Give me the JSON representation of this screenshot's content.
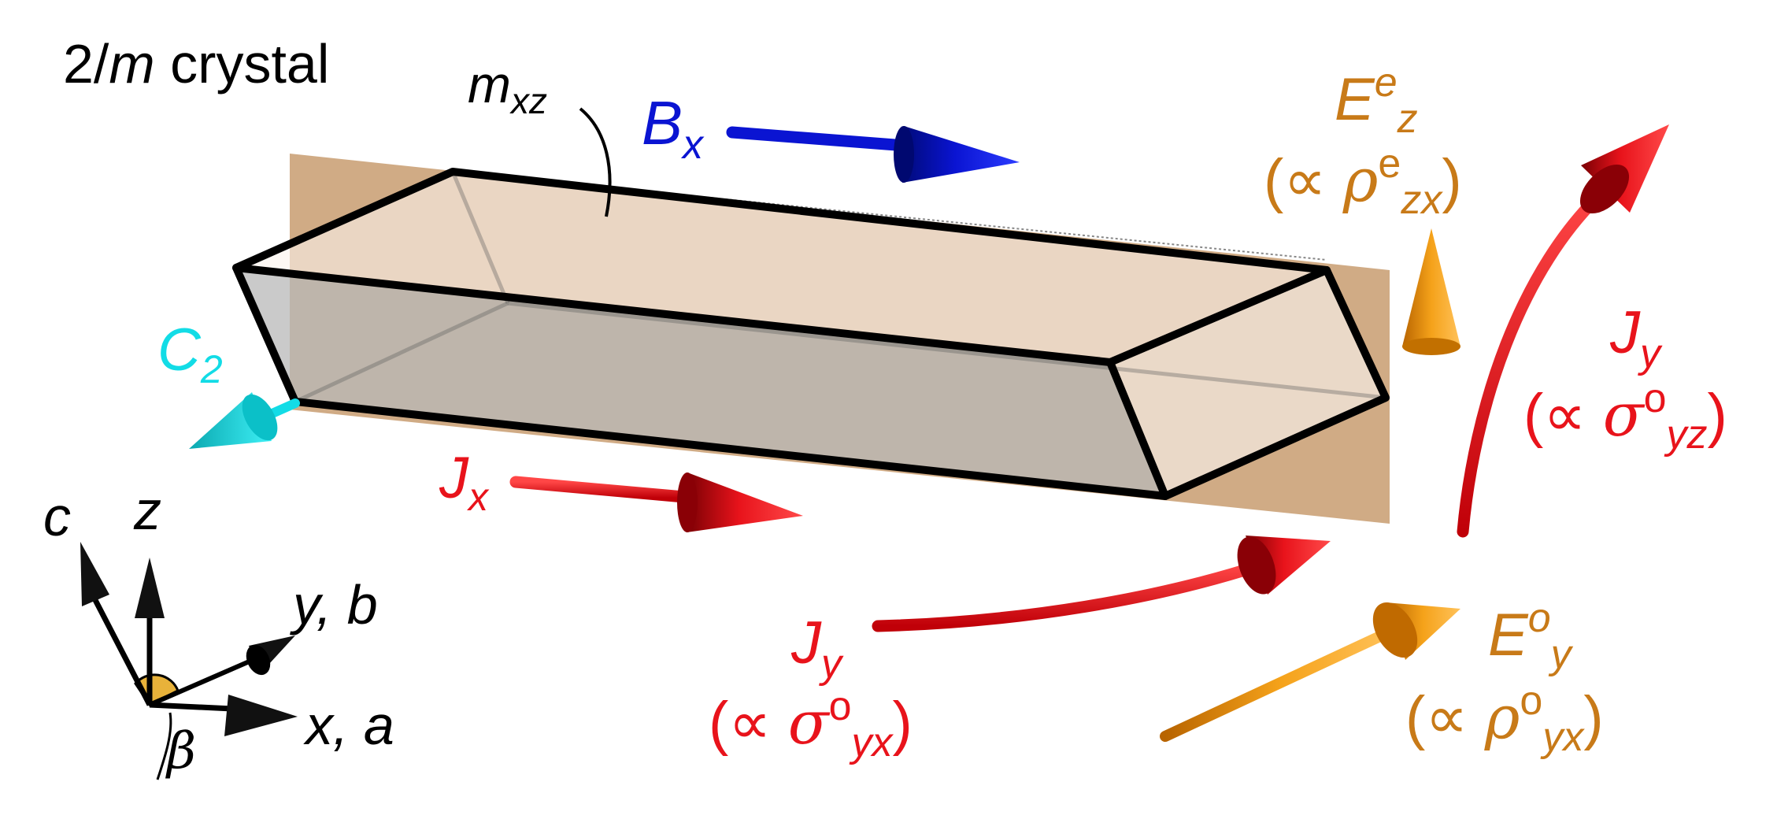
{
  "title": {
    "number": "2/",
    "italic": "m",
    "rest": " crystal"
  },
  "mirror_label": {
    "main": "m",
    "sub": "xz"
  },
  "b_label": {
    "main": "B",
    "sub": "x"
  },
  "c2_label": {
    "main": "C",
    "sub": "2"
  },
  "jx_label": {
    "main": "J",
    "sub": "x"
  },
  "jy_bottom": {
    "main": "J",
    "sub": "y",
    "prop_open": "(∝ ",
    "greek": "σ",
    "sup": "o",
    "sub2": "yx",
    "prop_close": ")"
  },
  "jy_right": {
    "main": "J",
    "sub": "y",
    "prop_open": "(∝ ",
    "greek": "σ",
    "sup": "o",
    "sub2": "yz",
    "prop_close": ")"
  },
  "ez_label": {
    "main": "E",
    "sup": "e",
    "sub": "z",
    "prop_open": "(∝ ",
    "greek": "ρ",
    "sup2": "e",
    "sub2": "zx",
    "prop_close": ")"
  },
  "ey_label": {
    "main": "E",
    "sup": "o",
    "sub": "y",
    "prop_open": "(∝ ",
    "greek": "ρ",
    "sup2": "o",
    "sub2": "yx",
    "prop_close": ")"
  },
  "axes": {
    "c": "c",
    "z": "z",
    "y_main": "y",
    "y_rest": ", b",
    "x_main": "x",
    "x_rest": ", a",
    "beta": "β"
  },
  "colors": {
    "black": "#000000",
    "blue": "#0a14d2",
    "cyan": "#12dce6",
    "red": "#e8131b",
    "orange_text": "#c87a18",
    "orange_arrow": "#f39a12",
    "plane": "#c89c70",
    "beta_fill": "#e8b23a"
  }
}
